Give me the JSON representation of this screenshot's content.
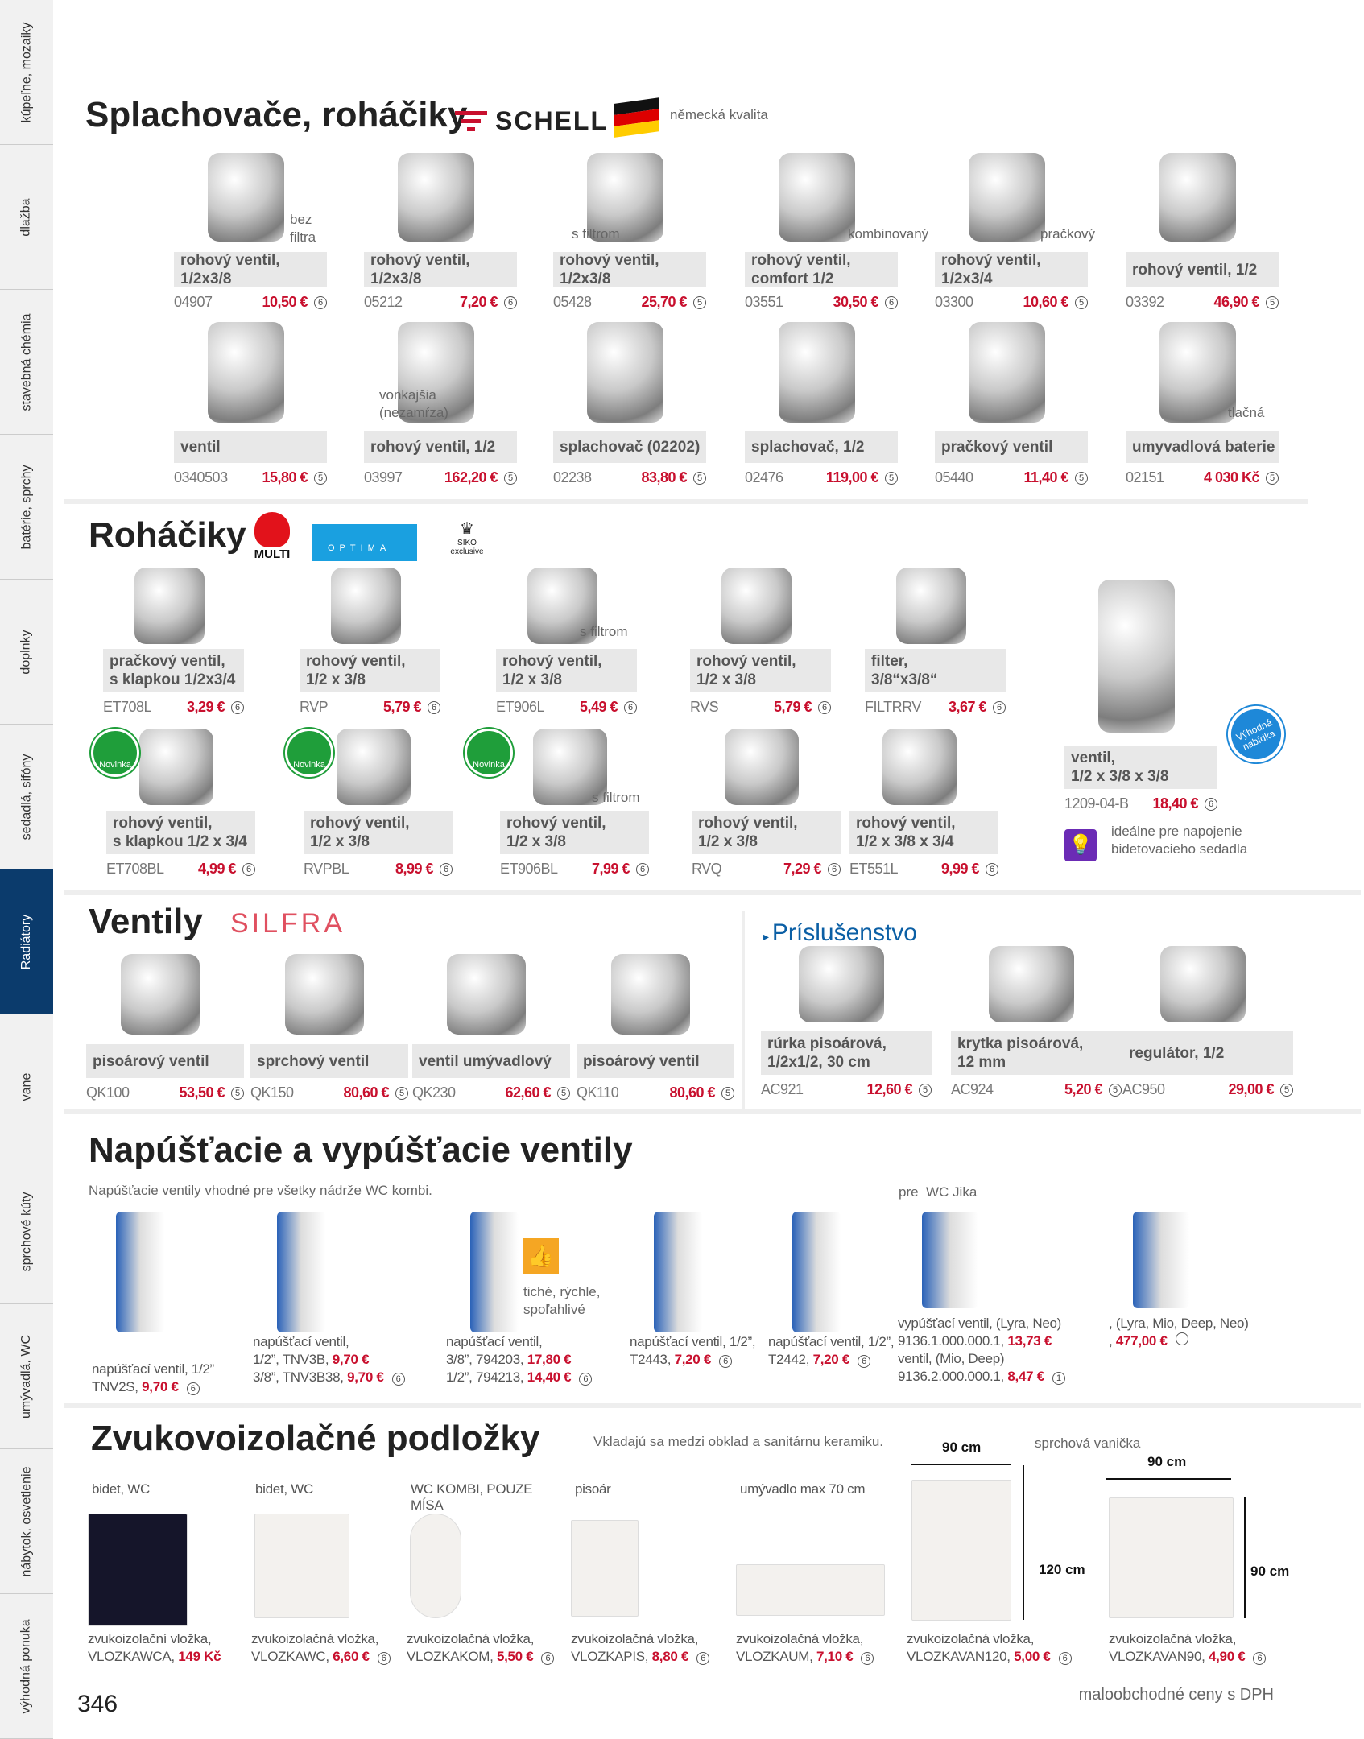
{
  "sidebar": {
    "active": 6,
    "tabs": [
      "kúpeľne, mozaiky",
      "dlažba",
      "stavebná chémia",
      "batérie, sprchy",
      "doplnky",
      "sedadlá, sifóny",
      "Radiátory",
      "vane",
      "sprchové kúty",
      "umývadlá, WC",
      "nábytok, osvetlenie",
      "výhodná ponuka"
    ]
  },
  "s1": {
    "title": "Splachovače, roháčiky",
    "brand": "SCHELL",
    "quality": "německá kvalita",
    "notes": [
      "bez\nfiltra",
      "s filtrom",
      "kombinovaný",
      "pračkový",
      "vonkajšia\n(nezamŕza)",
      "tlačná"
    ],
    "items": [
      {
        "label": "rohový ventil,\n1/2x3/8",
        "code": "04907",
        "price": "10,50 €",
        "badge": "6"
      },
      {
        "label": "rohový ventil,\n1/2x3/8",
        "code": "05212",
        "price": "7,20 €",
        "badge": "6"
      },
      {
        "label": "rohový ventil,\n1/2x3/8",
        "code": "05428",
        "price": "25,70 €",
        "badge": "5"
      },
      {
        "label": "rohový ventil,\ncomfort 1/2",
        "code": "03551",
        "price": "30,50 €",
        "badge": "6"
      },
      {
        "label": "rohový ventil,\n1/2x3/4",
        "code": "03300",
        "price": "10,60 €",
        "badge": "5"
      },
      {
        "label": "rohový ventil, 1/2",
        "code": "03392",
        "price": "46,90 €",
        "badge": "5"
      },
      {
        "label": "ventil",
        "code": "0340503",
        "price": "15,80 €",
        "badge": "5"
      },
      {
        "label": "rohový ventil, 1/2",
        "code": "03997",
        "price": "162,20 €",
        "badge": "5"
      },
      {
        "label": "splachovač (02202)",
        "code": "02238",
        "price": "83,80 €",
        "badge": "5"
      },
      {
        "label": "splachovač, 1/2",
        "code": "02476",
        "price": "119,00 €",
        "badge": "5"
      },
      {
        "label": "pračkový ventil",
        "code": "05440",
        "price": "11,40 €",
        "badge": "5"
      },
      {
        "label": "umyvadlová baterie",
        "code": "02151",
        "price": "4 030 Kč",
        "badge": "5"
      }
    ]
  },
  "s2": {
    "title": "Roháčiky",
    "logos": [
      "MULTI",
      "OPTIMA",
      "SIKO exclusive"
    ],
    "new_badge": "Novinka",
    "promo_badge": "Výhodná nabídka",
    "notes": [
      "s filtrom",
      "s filtrom"
    ],
    "tip": "ideálne pre napojenie\nbidetovacieho sedadla",
    "items": [
      {
        "label": "pračkový ventil,\ns klapkou 1/2x3/4",
        "code": "ET708L",
        "price": "3,29 €",
        "badge": "6"
      },
      {
        "label": "rohový ventil,\n1/2 x 3/8",
        "code": "RVP",
        "price": "5,79 €",
        "badge": "6"
      },
      {
        "label": "rohový ventil,\n1/2 x 3/8",
        "code": "ET906L",
        "price": "5,49 €",
        "badge": "6"
      },
      {
        "label": "rohový ventil,\n1/2 x 3/8",
        "code": "RVS",
        "price": "5,79 €",
        "badge": "6"
      },
      {
        "label": "filter,\n3/8“x3/8“",
        "code": "FILTRRV",
        "price": "3,67 €",
        "badge": "6"
      },
      {
        "label": "rohový ventil,\ns klapkou 1/2 x 3/4",
        "code": "ET708BL",
        "price": "4,99 €",
        "badge": "6"
      },
      {
        "label": "rohový ventil,\n1/2 x 3/8",
        "code": "RVPBL",
        "price": "8,99 €",
        "badge": "6"
      },
      {
        "label": "rohový ventil,\n1/2 x 3/8",
        "code": "ET906BL",
        "price": "7,99 €",
        "badge": "6"
      },
      {
        "label": "rohový ventil,\n1/2 x 3/8",
        "code": "RVQ",
        "price": "7,29 €",
        "badge": "6"
      },
      {
        "label": "rohový ventil,\n1/2 x 3/8 x 3/4",
        "code": "ET551L",
        "price": "9,99 €",
        "badge": "6"
      },
      {
        "label": "ventil,\n1/2 x 3/8 x 3/8",
        "code": "1209-04-B",
        "price": "18,40 €",
        "badge": "6"
      }
    ]
  },
  "s3": {
    "title": "Ventily",
    "brand": "SILFRA",
    "acc_title": "Príslušenstvo",
    "items": [
      {
        "label": "pisoárový ventil",
        "code": "QK100",
        "price": "53,50 €",
        "badge": "5"
      },
      {
        "label": "sprchový ventil",
        "code": "QK150",
        "price": "80,60 €",
        "badge": "5"
      },
      {
        "label": "ventil umývadlový",
        "code": "QK230",
        "price": "62,60 €",
        "badge": "5"
      },
      {
        "label": "pisoárový ventil",
        "code": "QK110",
        "price": "80,60 €",
        "badge": "5"
      },
      {
        "label": "rúrka pisoárová,\n1/2x1/2, 30 cm",
        "code": "AC921",
        "price": "12,60 €",
        "badge": "5"
      },
      {
        "label": "krytka pisoárová,\n12 mm",
        "code": "AC924",
        "price": "5,20 €",
        "badge": "5"
      },
      {
        "label": "regulátor, 1/2",
        "code": "AC950",
        "price": "29,00 €",
        "badge": "5"
      }
    ]
  },
  "s4": {
    "title": "Napúšťacie a vypúšťacie ventily",
    "subtitle": "Napúšťacie ventily vhodné pre všetky nádrže WC kombi.",
    "jika": "pre  WC Jika",
    "tip": "tiché, rýchle,\nspoľahlivé",
    "items": [
      {
        "lines": [
          [
            "napúšťací ventil, 1/2”",
            ""
          ],
          [
            "TNV2S, ",
            "9,70 €",
            "6"
          ]
        ]
      },
      {
        "lines": [
          [
            "napúšťací ventil,",
            ""
          ],
          [
            "1/2”, TNV3B, ",
            "9,70 €"
          ],
          [
            "3/8”, TNV3B38, ",
            "9,70 €",
            "6"
          ]
        ]
      },
      {
        "lines": [
          [
            "napúšťací ventil,",
            ""
          ],
          [
            "3/8”, 794203, ",
            "17,80 €"
          ],
          [
            "1/2”, 794213, ",
            "14,40 €",
            "6"
          ]
        ]
      },
      {
        "lines": [
          [
            "napúšťací ventil, 1/2”,",
            ""
          ],
          [
            "T2443, ",
            "7,20 €",
            "6"
          ]
        ]
      },
      {
        "lines": [
          [
            "napúšťací ventil, 1/2”,",
            ""
          ],
          [
            "T2442, ",
            "7,20 €",
            "6"
          ]
        ]
      },
      {
        "lines": [
          [
            "vypúšťací ventil, (Lyra, Neo)",
            ""
          ],
          [
            "9136.1.000.000.1, ",
            "13,73 €"
          ],
          [
            "ventil, (Mio, Deep)",
            ""
          ],
          [
            "9136.2.000.000.1, ",
            "8,47 €",
            "1"
          ]
        ]
      },
      {
        "lines": [
          [
            ", (Lyra, Mio, Deep, Neo)",
            ""
          ],
          [
            ", ",
            "477,00 €",
            " "
          ]
        ]
      }
    ]
  },
  "s5": {
    "title": "Zvukovoizolačné podložky",
    "note": "Vkladajú sa medzi obklad a sanitárnu keramiku.",
    "tray": "sprchová vanička",
    "dims": [
      "90 cm",
      "120 cm",
      "90 cm",
      "90 cm"
    ],
    "items": [
      {
        "top": "bidet, WC",
        "name": "zvukoizolační vložka,",
        "code": "VLOZKAWCA, ",
        "price": "149 Kč",
        "badge": ""
      },
      {
        "top": "bidet, WC",
        "name": "zvukoizolačná vložka,",
        "code": "VLOZKAWC, ",
        "price": "6,60 €",
        "badge": "6"
      },
      {
        "top": "WC KOMBI, POUZE\nMÍSA",
        "name": "zvukoizolačná vložka,",
        "code": "VLOZKAKOM, ",
        "price": "5,50 €",
        "badge": "6"
      },
      {
        "top": "pisoár",
        "name": "zvukoizolačná vložka,",
        "code": "VLOZKAPIS, ",
        "price": "8,80 €",
        "badge": "6"
      },
      {
        "top": "umývadlo max 70 cm",
        "name": "zvukoizolačná vložka,",
        "code": "VLOZKAUM, ",
        "price": "7,10 €",
        "badge": "6"
      },
      {
        "top": "",
        "name": "zvukoizolačná vložka,",
        "code": "VLOZKAVAN120, ",
        "price": "5,00 €",
        "badge": "6"
      },
      {
        "top": "",
        "name": "zvukoizolačná vložka,",
        "code": "VLOZKAVAN90, ",
        "price": "4,90 €",
        "badge": "6"
      }
    ]
  },
  "footer": {
    "page": "346",
    "note": "maloobchodné ceny s DPH"
  }
}
